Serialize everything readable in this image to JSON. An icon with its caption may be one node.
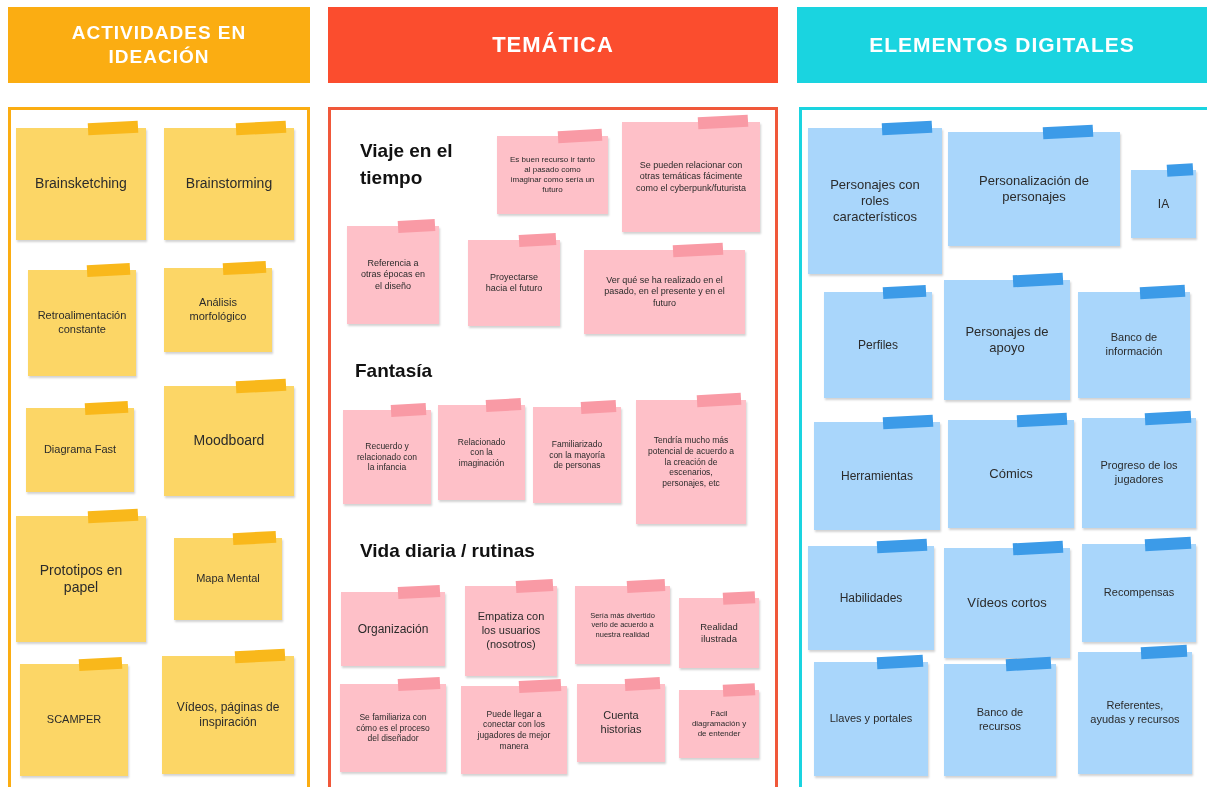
{
  "diagram": {
    "nodes": [
      {
        "text": [
          "ACTIVIDADES EN IDEACIÓN"
        ]
      },
      {
        "text": [
          "TEMÁTICA"
        ]
      },
      {
        "text": [
          "ELEMENTOS  DIGITALES"
        ]
      },
      {
        "text": [],
        "shape": "box"
      },
      {
        "text": [
          "Brainsketching"
        ],
        "in": 3
      },
      {
        "text": [
          "Brainstorming"
        ],
        "in": 3
      },
      {
        "text": [
          "Retroalimentación constante"
        ],
        "in": 3
      },
      {
        "text": [
          "Análisis morfológico"
        ],
        "in": 3
      },
      {
        "text": [
          "Diagrama Fast"
        ],
        "in": 3
      },
      {
        "text": [
          "Moodboard"
        ],
        "in": 3
      },
      {
        "text": [
          "Prototipos en papel"
        ],
        "in": 3
      },
      {
        "text": [
          "Mapa Mental"
        ],
        "in": 3
      },
      {
        "text": [
          "SCAMPER"
        ],
        "in": 3
      },
      {
        "text": [
          "Vídeos, páginas de inspiración"
        ],
        "in": 3
      },
      {
        "text": [],
        "shape": "box"
      },
      {
        "text": [
          "Es buen recurso ir tanto al pasado como imaginar como sería un futuro"
        ],
        "in": 14
      },
      {
        "text": [
          "Se pueden relacionar con otras temáticas fácimente como el cyberpunk/futurista"
        ],
        "in": 14
      },
      {
        "text": [
          "Referencia a otras épocas en el diseño"
        ],
        "in": 14
      },
      {
        "text": [
          "Proyectarse hacia el futuro"
        ],
        "in": 14
      },
      {
        "text": [
          "Ver qué se ha realizado en el pasado, en el presente y en el futuro"
        ],
        "in": 14
      },
      {
        "text": [
          "Recuerdo y relacionado con la infancia"
        ],
        "in": 14
      },
      {
        "text": [
          "Relacionado con la imaginación"
        ],
        "in": 14
      },
      {
        "text": [
          "Familiarizado con la mayoría de personas"
        ],
        "in": 14
      },
      {
        "text": [
          "Tendría mucho más potencial de acuerdo a la creación de escenarios, personajes, etc"
        ],
        "in": 14
      },
      {
        "text": [
          "Organización"
        ],
        "in": 14
      },
      {
        "text": [
          "Empatiza con los usuarios (nosotros)"
        ],
        "in": 14
      },
      {
        "text": [
          "Sería más divertido verlo de acuerdo a nuestra realidad"
        ],
        "in": 14
      },
      {
        "text": [
          "Realidad ilustrada"
        ],
        "in": 14
      },
      {
        "text": [
          "Se familiariza con cómo es el proceso del diseñador"
        ],
        "in": 14
      },
      {
        "text": [
          "Puede llegar a conectar con los jugadores de mejor manera"
        ],
        "in": 14
      },
      {
        "text": [
          "Cuenta historias"
        ],
        "in": 14
      },
      {
        "text": [
          "Fácil diagramación y de entender"
        ],
        "in": 14
      },
      {
        "text": [],
        "shape": "box"
      },
      {
        "text": [
          "Personajes con roles característicos"
        ],
        "in": 32
      },
      {
        "text": [
          "Personalización de personajes"
        ],
        "in": 32
      },
      {
        "text": [
          "IA"
        ],
        "in": 32
      },
      {
        "text": [
          "Perfiles"
        ],
        "in": 32
      },
      {
        "text": [
          "Personajes de apoyo"
        ],
        "in": 32
      },
      {
        "text": [
          "Banco de información"
        ],
        "in": 32
      },
      {
        "text": [
          "Herramientas"
        ],
        "in": 32
      },
      {
        "text": [
          "Cómics"
        ],
        "in": 32
      },
      {
        "text": [
          "Progreso de los jugadores"
        ],
        "in": 32
      },
      {
        "text": [
          "Habilidades"
        ],
        "in": 32
      },
      {
        "text": [
          "Vídeos cortos"
        ],
        "in": 32
      },
      {
        "text": [
          "Recompensas"
        ],
        "in": 32
      },
      {
        "text": [
          "Llaves y portales"
        ],
        "in": 32
      },
      {
        "text": [
          "Banco de recursos"
        ],
        "in": 32
      },
      {
        "text": [
          "Referentes, ayudas y recursos"
        ],
        "in": 32
      }
    ],
    "labels": [
      "Viaje en el tiempo",
      "Fantasía",
      "Vida diaria / rutinas"
    ]
  }
}
